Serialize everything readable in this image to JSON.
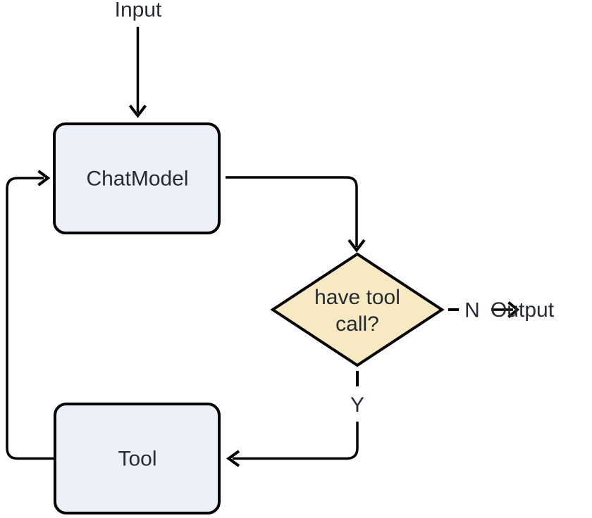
{
  "diagram": {
    "type": "flowchart",
    "background": "#ffffff",
    "colors": {
      "node_fill": "#ECF0F9",
      "decision_fill": "#F7EAC2",
      "stroke": "#000000",
      "text": "#262B33"
    },
    "labels": {
      "input": "Input",
      "chat_model": "ChatModel",
      "decision_line1": "have tool",
      "decision_line2": "call?",
      "decision_full": "have tool call?",
      "no": "N",
      "output": "Output",
      "yes": "Y",
      "tool": "Tool"
    },
    "edges": [
      {
        "from": "Input",
        "to": "ChatModel",
        "label": "",
        "style": "solid"
      },
      {
        "from": "ChatModel",
        "to": "have tool call?",
        "label": "",
        "style": "solid"
      },
      {
        "from": "have tool call?",
        "to": "Output",
        "label": "N",
        "style": "dashed"
      },
      {
        "from": "have tool call?",
        "to": "Tool",
        "label": "Y",
        "style": "dashed"
      },
      {
        "from": "Tool",
        "to": "ChatModel",
        "label": "",
        "style": "solid"
      }
    ]
  }
}
